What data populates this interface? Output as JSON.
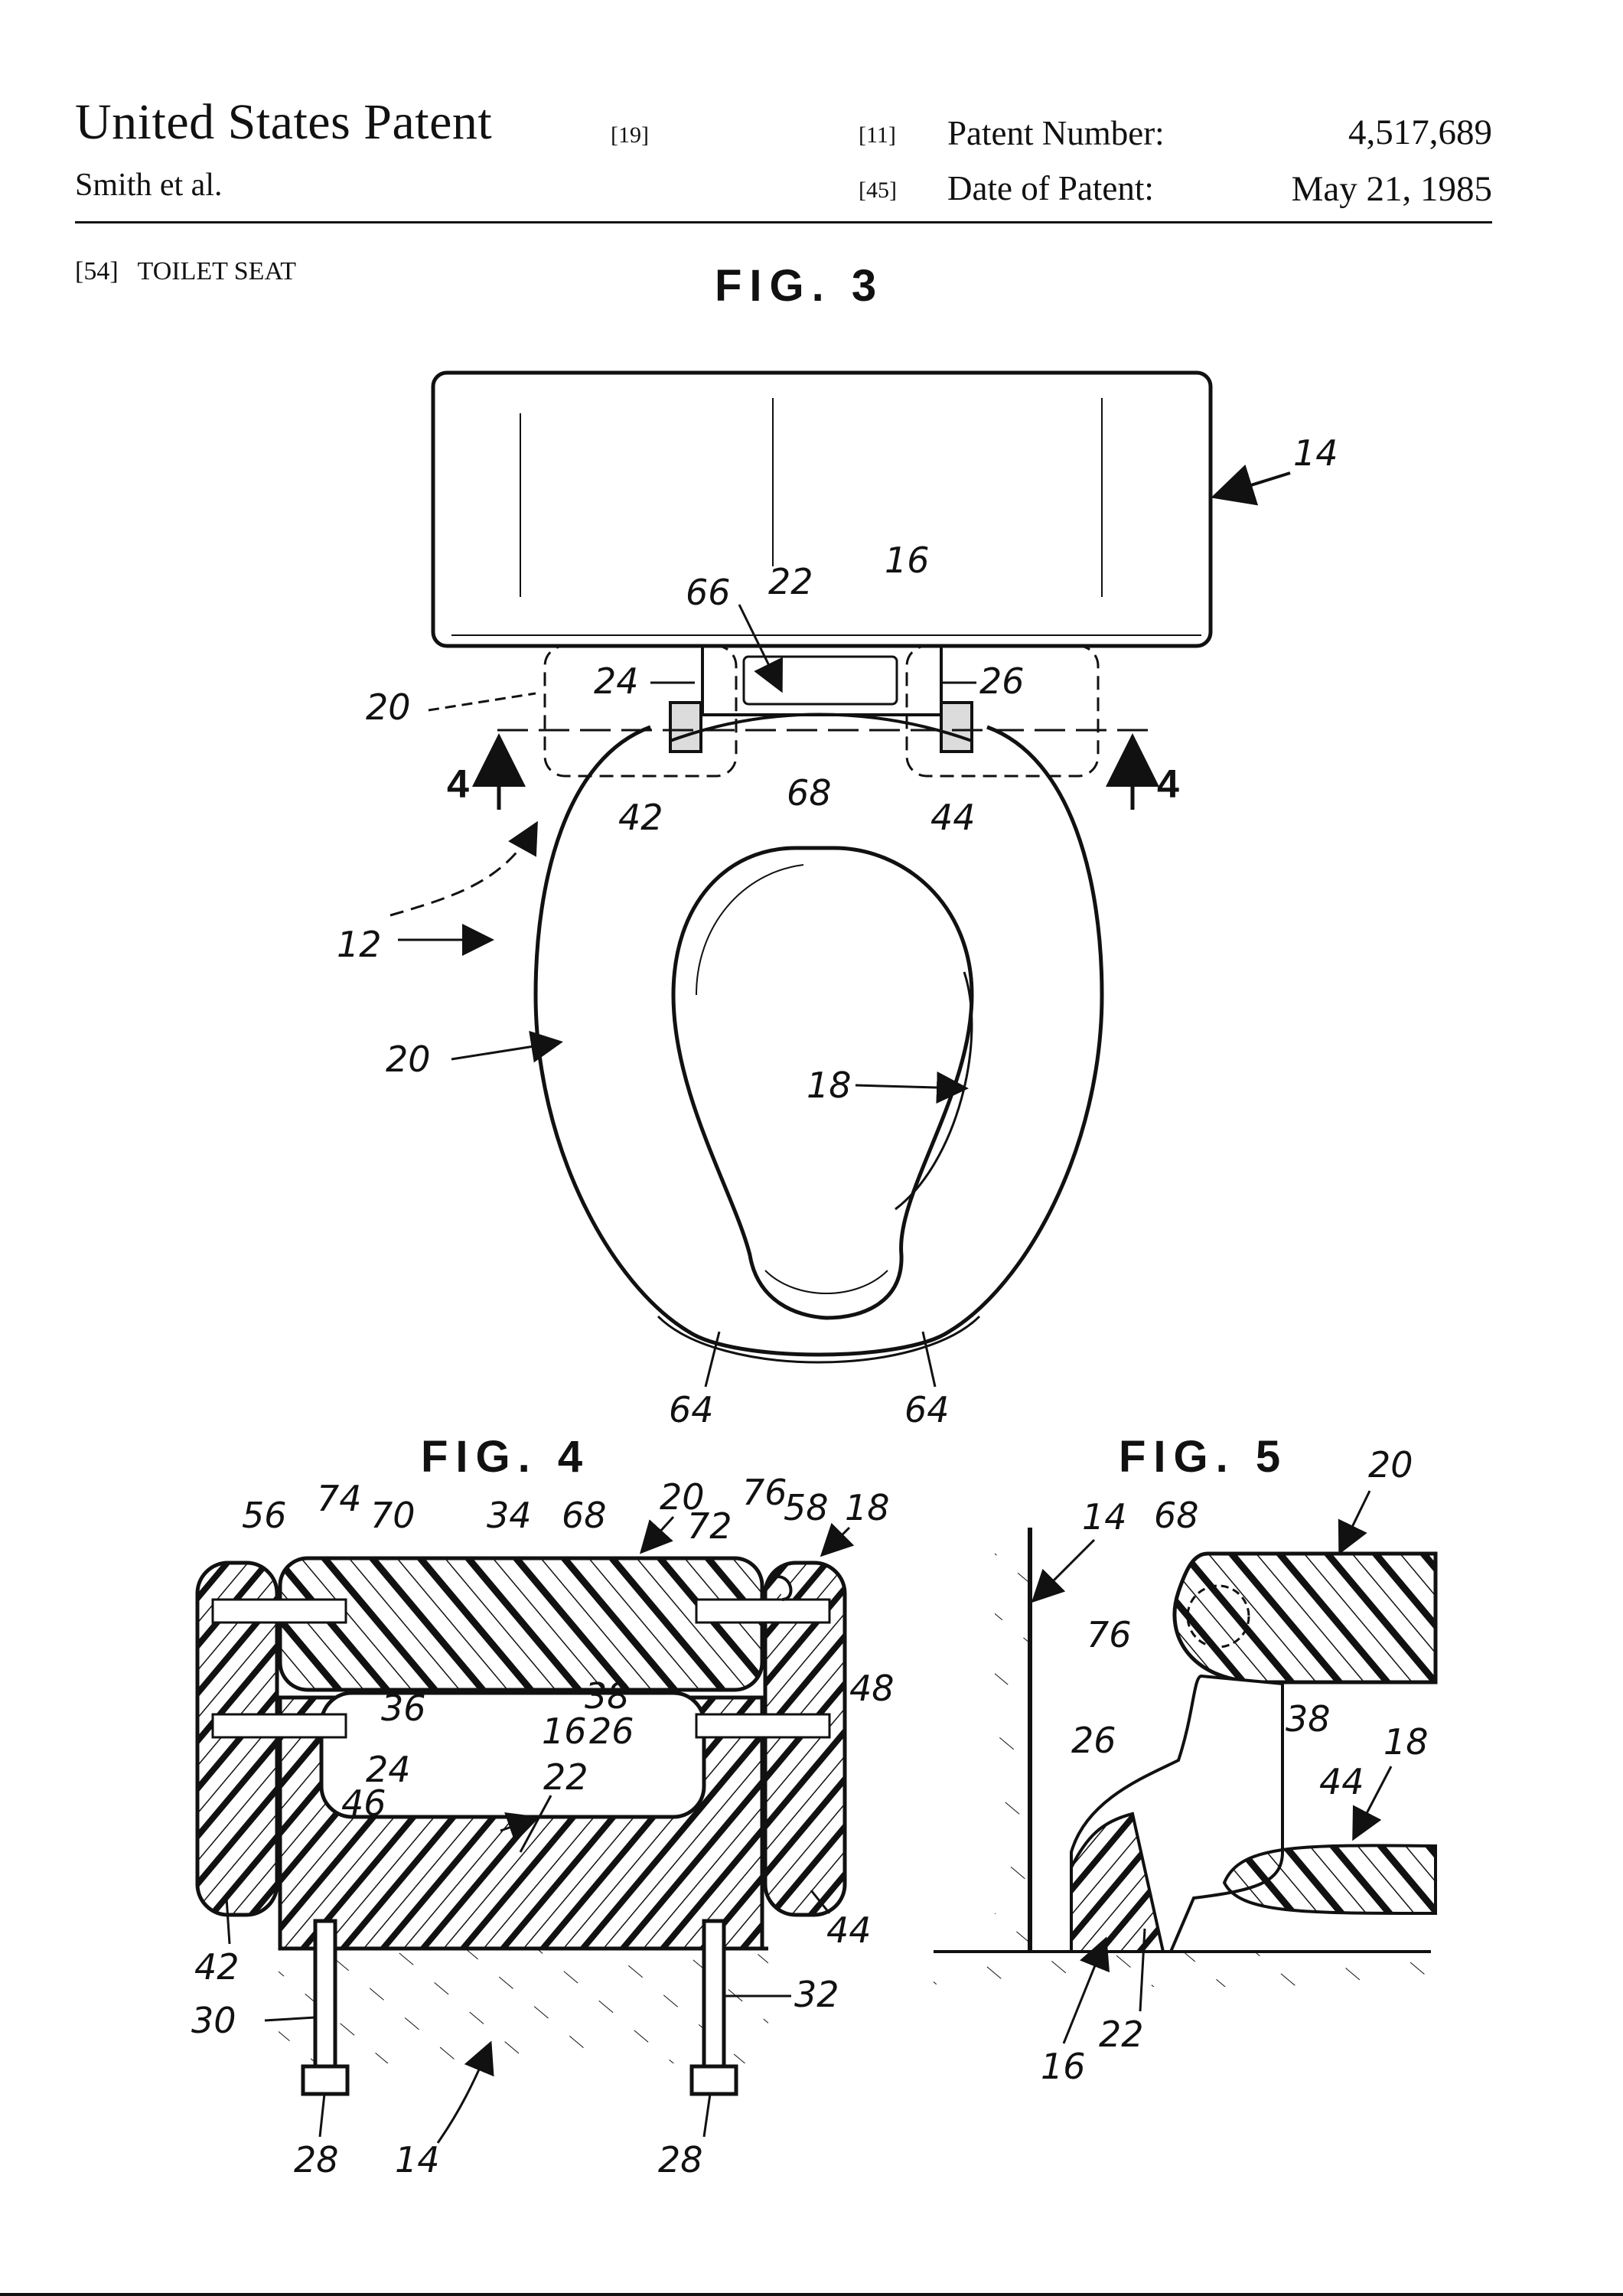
{
  "header": {
    "title": "United States Patent",
    "title_code": "[19]",
    "authors": "Smith et al.",
    "patent_number_code": "[11]",
    "patent_number_label": "Patent Number:",
    "patent_number": "4,517,689",
    "date_code": "[45]",
    "date_label": "Date of Patent:",
    "date": "May 21, 1985",
    "invention_code": "[54]",
    "invention_title": "TOILET SEAT"
  },
  "figures": {
    "fig3": {
      "label": "FIG.  3",
      "refs": [
        "14",
        "16",
        "22",
        "66",
        "24",
        "26",
        "20",
        "42",
        "68",
        "44",
        "12",
        "20",
        "18",
        "64",
        "64"
      ],
      "section_marks": [
        "4",
        "4"
      ]
    },
    "fig4": {
      "label": "FIG.  4",
      "refs": [
        "56",
        "74",
        "70",
        "34",
        "68",
        "20",
        "72",
        "76",
        "58",
        "18",
        "36",
        "38",
        "48",
        "16",
        "26",
        "24",
        "22",
        "46",
        "42",
        "44",
        "30",
        "32",
        "28",
        "14",
        "28"
      ]
    },
    "fig5": {
      "label": "FIG.  5",
      "refs": [
        "14",
        "68",
        "20",
        "76",
        "38",
        "26",
        "18",
        "44",
        "16",
        "22"
      ]
    }
  }
}
